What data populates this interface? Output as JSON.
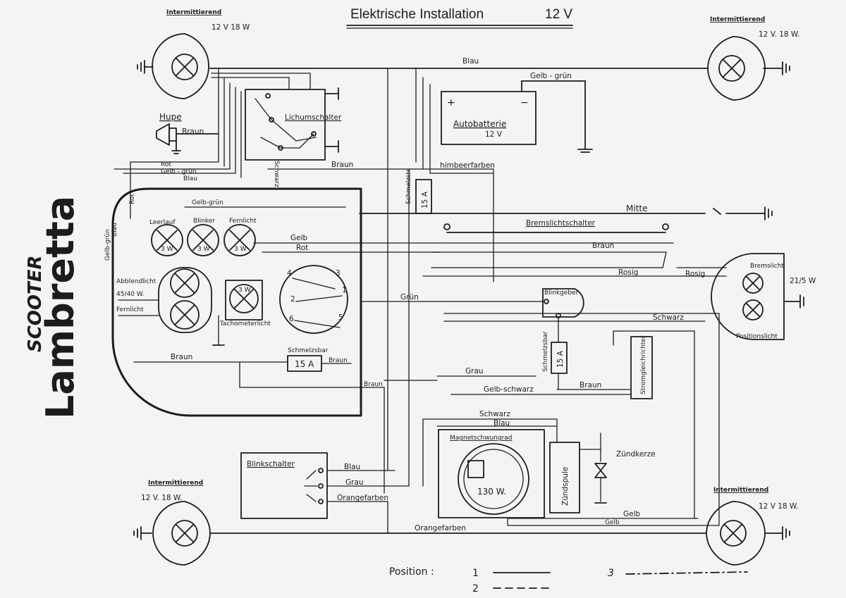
{
  "title": "Elektrische Installation",
  "voltage": "12 V",
  "brand": {
    "line1": "SCOOTER",
    "line2": "Lambretta"
  },
  "indicators": {
    "top_left": {
      "heading": "Intermittierend",
      "rating": "12 V 18 W"
    },
    "top_right": {
      "heading": "Intermittierend",
      "rating": "12 V. 18 W."
    },
    "bottom_left": {
      "heading": "Intermittierend",
      "rating": "12 V. 18 W."
    },
    "bottom_right": {
      "heading": "Intermittierend",
      "rating": "12 V 18 W."
    }
  },
  "components": {
    "horn": "Hupe",
    "light_switch": "Lichumschalter",
    "battery": "Autobatterie",
    "battery_voltage": "12 V",
    "battery_plus": "+",
    "battery_minus": "−",
    "fuse_top": "15 A",
    "fuse_top_label": "Schmelzstr.",
    "fuse_left": "15 A",
    "fuse_left_label": "Schmelzsbar",
    "fuse_mid": "15 A",
    "fuse_mid_label": "Schmelzsbar",
    "brake_switch": "Bremslichtschalter",
    "indicator_lamp": "Leerlauf",
    "blinker_lamp": "Blinker",
    "high_beam_lamp": "Fernlicht",
    "lamp_rating": "3 W",
    "low_beam": "Abblendlicht",
    "headlamp_rating": "45/40 W.",
    "high_beam": "Fernlicht",
    "speedo_lamp": "Tachometerlicht",
    "speedo_rating": "3 W",
    "flasher_unit": "Blinkgeber",
    "brake_light": "Bremslicht",
    "position_light": "Positionslicht",
    "tail_rating": "21/5 W",
    "rectifier": "Stromgleichrichter",
    "flasher_switch": "Blinkschalter",
    "flywheel": "Magnetschwungrad",
    "flywheel_rating": "130 W.",
    "ignition_coil": "Zündspule",
    "spark_plug": "Zündkerze",
    "switch_terminals": [
      "4",
      "3",
      "1",
      "2",
      "6",
      "5"
    ]
  },
  "wires": {
    "blau": "Blau",
    "gelb_gruen": "Gelb - grün",
    "braun": "Braun",
    "rot": "Rot",
    "gelb_gruen_2": "Gelb - grün",
    "blau_2": "Blau",
    "gelb_gruen_3": "Gelb-grün",
    "rot_2": "Rot",
    "gelb_gruen_side": "Gelb-grün",
    "blau_side": "Blau",
    "schwarz_vert": "Schwarz",
    "braun_2": "Braun",
    "himbeerfarben": "himbeerfarben",
    "mitte": "Mitte",
    "gelb": "Gelb",
    "rot_3": "Rot",
    "braun_3": "Braun",
    "rosig": "Rosig",
    "rosig_2": "Rosig",
    "gruen": "Grün",
    "schwarz": "Schwarz",
    "braun_bottom": "Braun",
    "braun_fuse": "Braun",
    "braun_4": "Braun",
    "grau": "Grau",
    "gelb_schwarz": "Gelb-schwarz",
    "braun_5": "Braun",
    "schwarz_2": "Schwarz",
    "blau_3": "Blau",
    "blau_fl": "Blau",
    "grau_fl": "Grau",
    "orange_fl": "Orangefarben",
    "orange_bottom": "Orangefarben",
    "gelb_bottom": "Gelb",
    "gelb_bottom2": "Gelb"
  },
  "legend": {
    "heading": "Position :",
    "items": [
      {
        "label": "1",
        "style": "solid"
      },
      {
        "label": "2",
        "style": "dashed"
      },
      {
        "label": "3",
        "style": "dash-dot"
      }
    ]
  }
}
